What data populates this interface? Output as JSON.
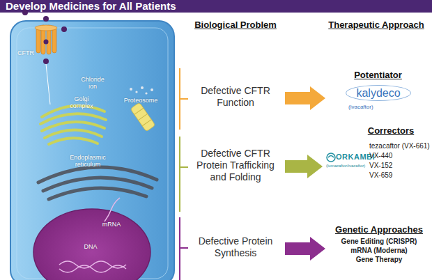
{
  "diagram": {
    "title": "Develop Medicines for All Patients",
    "nodes": [
      {
        "text": [
          "Defective CFTR Function"
        ]
      },
      {
        "text": [
          "Potentiator",
          "kalydeco",
          "(ivacaftor)"
        ]
      },
      {
        "text": [
          "Defective CFTR Protein Trafficking and Folding"
        ]
      },
      {
        "text": [
          "Correctors",
          "ORKAMBI",
          "(lumacaftor/ivacaftor)",
          "tezacaftor (VX-661)",
          "VX-440",
          "VX-152",
          "VX-659"
        ]
      },
      {
        "text": [
          "Defective Protein Synthesis"
        ]
      },
      {
        "text": [
          "Genetic Approaches",
          "Gene Editing (CRISPR)",
          "mRNA (Moderna)",
          "Gene Therapy"
        ]
      }
    ],
    "edges": [
      {
        "from": 0,
        "to": 1,
        "arrow": "to"
      },
      {
        "from": 2,
        "to": 3,
        "arrow": "to"
      },
      {
        "from": 4,
        "to": 5,
        "arrow": "to"
      }
    ],
    "labels": [
      "Biological Problem",
      "Therapeutic Approach",
      "CFTR",
      "Chloride ion",
      "Golgi complex",
      "Proteosome",
      "Endoplasmic reticulum",
      "mRNA",
      "DNA"
    ]
  }
}
